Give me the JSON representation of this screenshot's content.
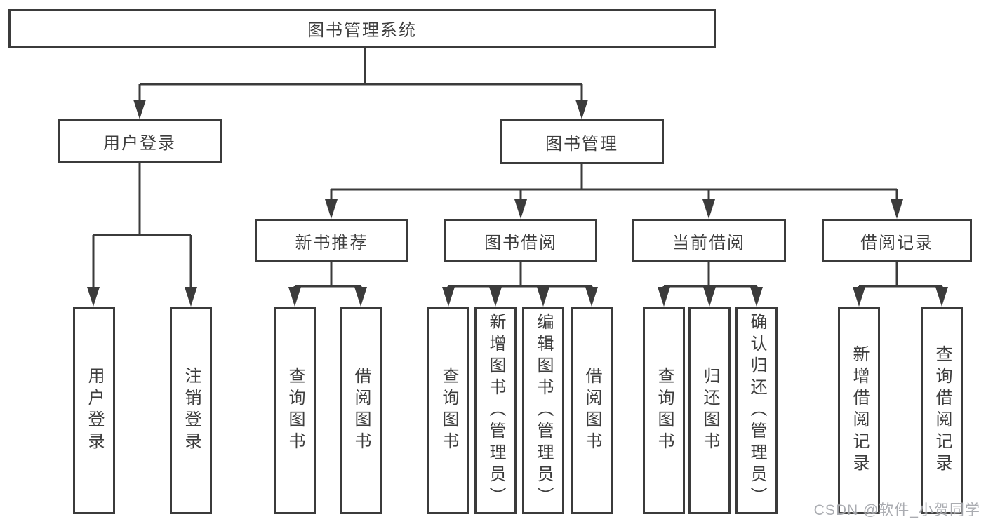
{
  "diagram": {
    "tree": {
      "root": {
        "label": "图书管理系统"
      },
      "user_login": {
        "label": "用户登录",
        "children": [
          {
            "label": "用户登录"
          },
          {
            "label": "注销登录"
          }
        ]
      },
      "book_management": {
        "label": "图书管理",
        "children": [
          {
            "label": "新书推荐",
            "children": [
              {
                "label": "查询图书"
              },
              {
                "label": "借阅图书"
              }
            ]
          },
          {
            "label": "图书借阅",
            "children": [
              {
                "label": "查询图书"
              },
              {
                "label": "新增图书（管理员）"
              },
              {
                "label": "编辑图书（管理员）"
              },
              {
                "label": "借阅图书"
              }
            ]
          },
          {
            "label": "当前借阅",
            "children": [
              {
                "label": "查询图书"
              },
              {
                "label": "归还图书"
              },
              {
                "label": "确认归还（管理员）"
              }
            ]
          },
          {
            "label": "借阅记录",
            "children": [
              {
                "label": "新增借阅记录"
              },
              {
                "label": "查询借阅记录"
              }
            ]
          }
        ]
      }
    },
    "colors": {
      "line": "#3b3b3b",
      "text": "#3d3d3d",
      "background": "#ffffff",
      "watermark": "#9ea0a6"
    }
  },
  "watermark": {
    "text": "CSDN @软件_小贺同学"
  }
}
